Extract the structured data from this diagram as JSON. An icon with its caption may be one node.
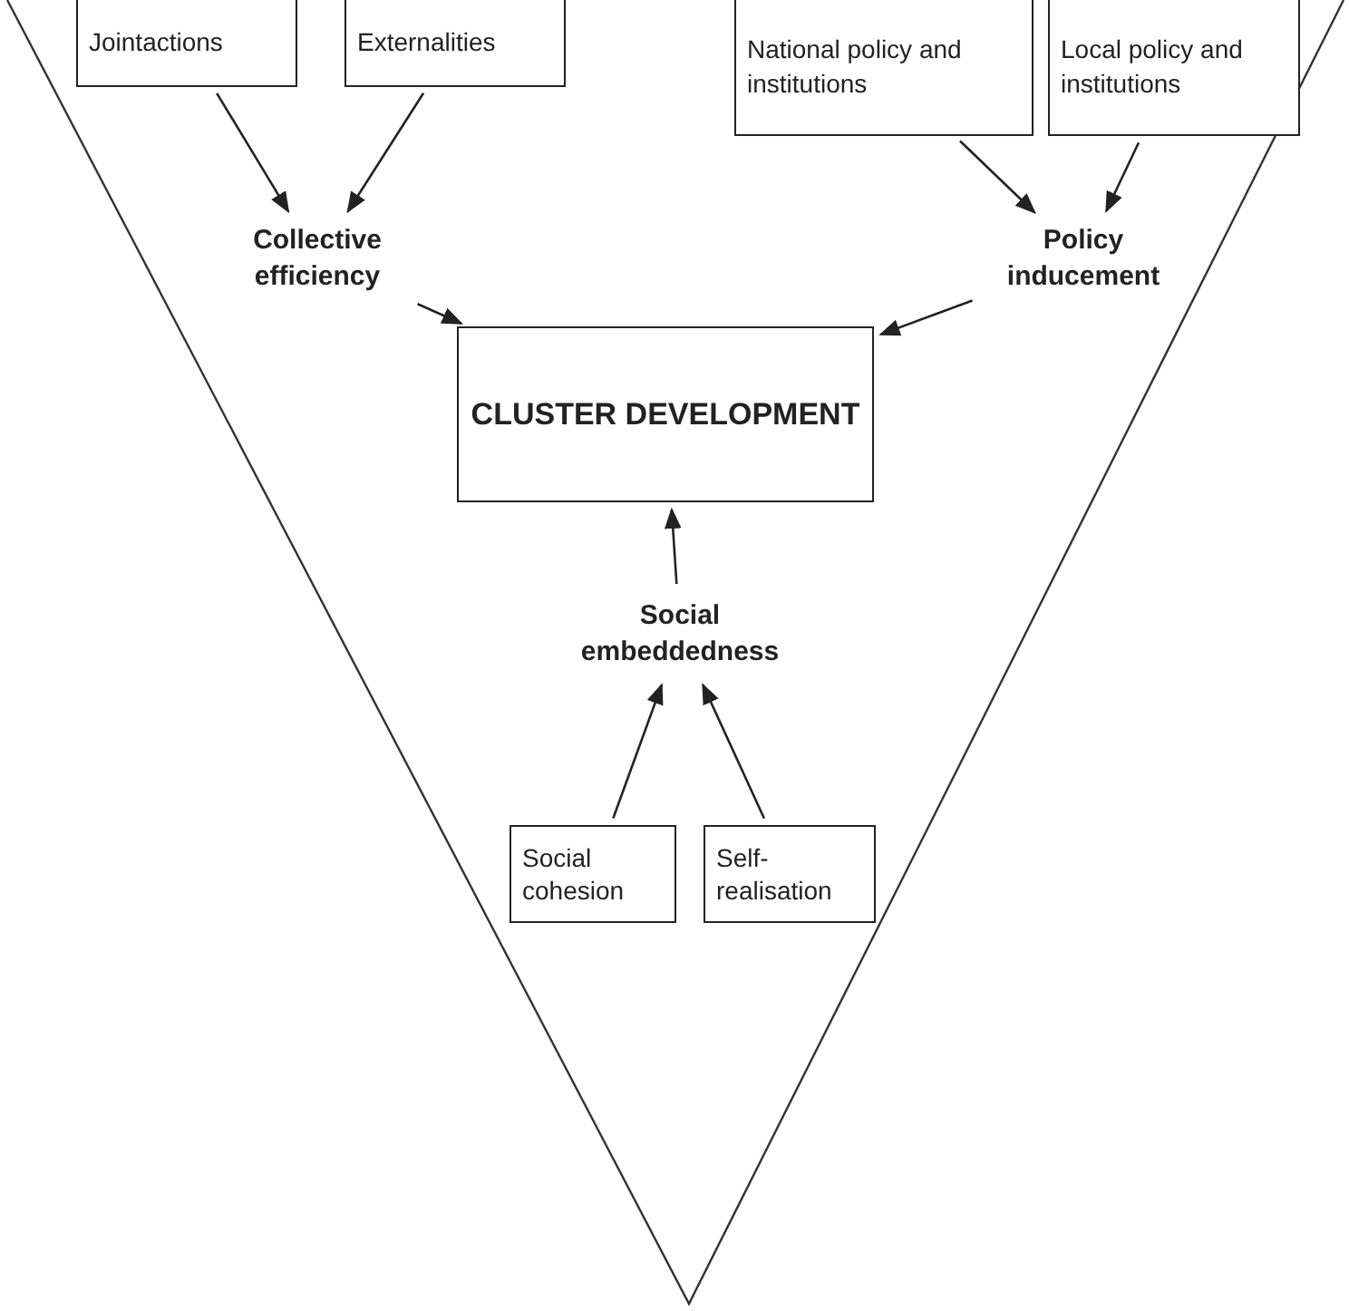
{
  "diagram": {
    "nodes": [
      {
        "text": [
          "Jointactions"
        ]
      },
      {
        "text": [
          "Externalities"
        ]
      },
      {
        "text": [
          "National policy and institutions"
        ]
      },
      {
        "text": [
          "Local policy and institutions"
        ]
      },
      {
        "text": [
          "Collective efficiency"
        ]
      },
      {
        "text": [
          "Policy inducement"
        ]
      },
      {
        "text": [
          "CLUSTER DEVELOPMENT"
        ]
      },
      {
        "text": [
          "Social embeddedness"
        ]
      },
      {
        "text": [
          "Social cohesion"
        ]
      },
      {
        "text": [
          "Self-realisation"
        ]
      }
    ],
    "edges": [
      {
        "from": 0,
        "to": 4,
        "arrow": "to"
      },
      {
        "from": 1,
        "to": 4,
        "arrow": "to"
      },
      {
        "from": 2,
        "to": 5,
        "arrow": "to"
      },
      {
        "from": 3,
        "to": 5,
        "arrow": "to"
      },
      {
        "from": 4,
        "to": 6,
        "arrow": "to"
      },
      {
        "from": 5,
        "to": 6,
        "arrow": "to"
      },
      {
        "from": 7,
        "to": 6,
        "arrow": "to"
      },
      {
        "from": 8,
        "to": 7,
        "arrow": "to"
      },
      {
        "from": 9,
        "to": 7,
        "arrow": "to"
      }
    ]
  }
}
